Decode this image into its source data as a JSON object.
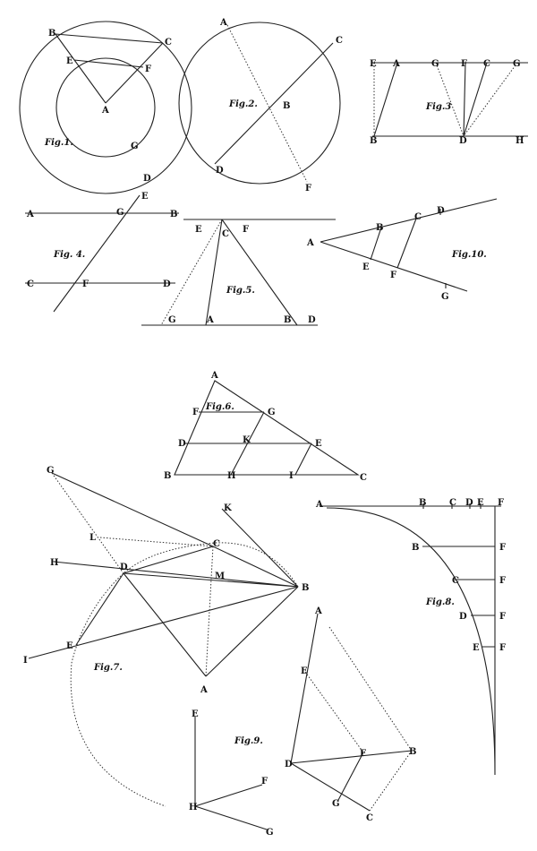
{
  "fig1": {
    "caption": "Fig.1.",
    "labels": [
      "B",
      "C",
      "E",
      "F",
      "A",
      "G",
      "D"
    ]
  },
  "fig2": {
    "caption": "Fig.2.",
    "labels": [
      "A",
      "C",
      "B",
      "D",
      "F"
    ]
  },
  "fig3": {
    "caption": "Fig.3",
    "labels": [
      "E",
      "A",
      "G",
      "F",
      "C",
      "G",
      "B",
      "D",
      "H"
    ]
  },
  "fig4": {
    "caption": "Fig. 4.",
    "labels": [
      "A",
      "G",
      "B",
      "E",
      "C",
      "F",
      "D"
    ]
  },
  "fig5": {
    "caption": "Fig.5.",
    "labels": [
      "E",
      "C",
      "F",
      "G",
      "A",
      "B",
      "D"
    ]
  },
  "fig10": {
    "caption": "Fig.10.",
    "labels": [
      "A",
      "B",
      "C",
      "D",
      "E",
      "F",
      "G"
    ]
  },
  "fig6": {
    "caption": "Fig.6.",
    "labels": [
      "A",
      "F",
      "G",
      "D",
      "K",
      "E",
      "B",
      "H",
      "I",
      "C"
    ]
  },
  "fig7": {
    "caption": "Fig.7.",
    "labels": [
      "G",
      "K",
      "L",
      "C",
      "H",
      "D",
      "M",
      "B",
      "E",
      "I",
      "A"
    ]
  },
  "fig8": {
    "caption": "Fig.8.",
    "labels": [
      "A",
      "B",
      "C",
      "D",
      "E",
      "F",
      "B",
      "F",
      "C",
      "F",
      "D",
      "F",
      "E",
      "F"
    ]
  },
  "fig9": {
    "caption": "Fig.9.",
    "labels": [
      "A",
      "E",
      "D",
      "F",
      "B",
      "G",
      "C",
      "E",
      "F",
      "H",
      "G"
    ]
  }
}
